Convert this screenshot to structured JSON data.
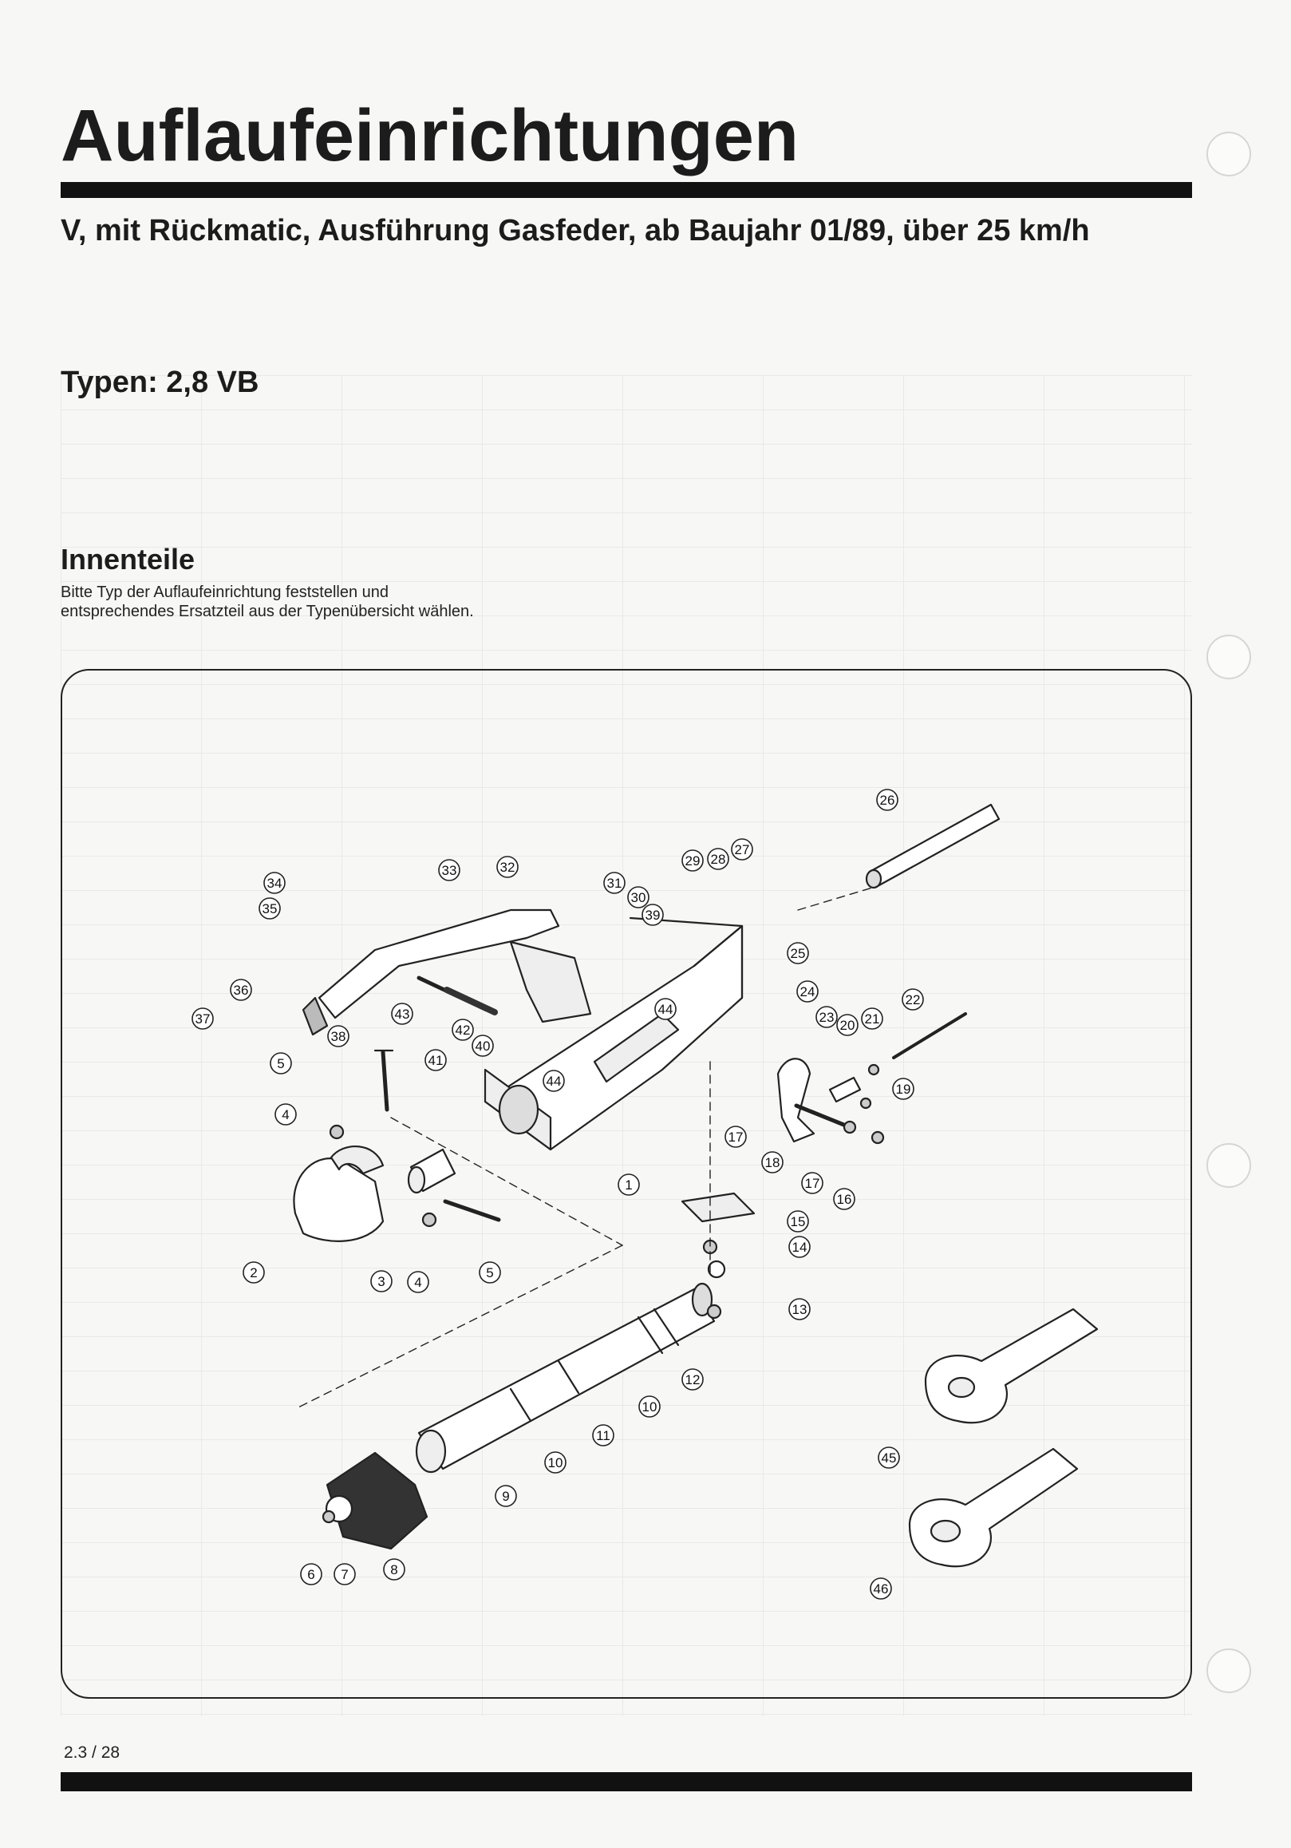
{
  "header": {
    "title": "Auflaufeinrichtungen",
    "subtitle": "V, mit Rückmatic, Ausführung Gasfeder, ab Baujahr 01/89, über 25 km/h",
    "types": "Typen:  2,8 VB"
  },
  "section": {
    "heading": "Innenteile",
    "note": "Bitte Typ der Auflaufeinrichtung feststellen und entsprechendes Ersatzteil aus der Typenübersicht wählen."
  },
  "diagram": {
    "callouts": [
      "1",
      "2",
      "3",
      "4",
      "4",
      "5",
      "5",
      "6",
      "7",
      "8",
      "9",
      "10",
      "10",
      "11",
      "12",
      "13",
      "14",
      "15",
      "16",
      "17",
      "17",
      "18",
      "19",
      "20",
      "21",
      "22",
      "23",
      "24",
      "25",
      "26",
      "27",
      "28",
      "29",
      "30",
      "31",
      "32",
      "33",
      "34",
      "35",
      "36",
      "37",
      "38",
      "39",
      "40",
      "41",
      "42",
      "43",
      "44",
      "44",
      "45",
      "46"
    ]
  },
  "footer": {
    "page_number": "2.3 / 28"
  }
}
